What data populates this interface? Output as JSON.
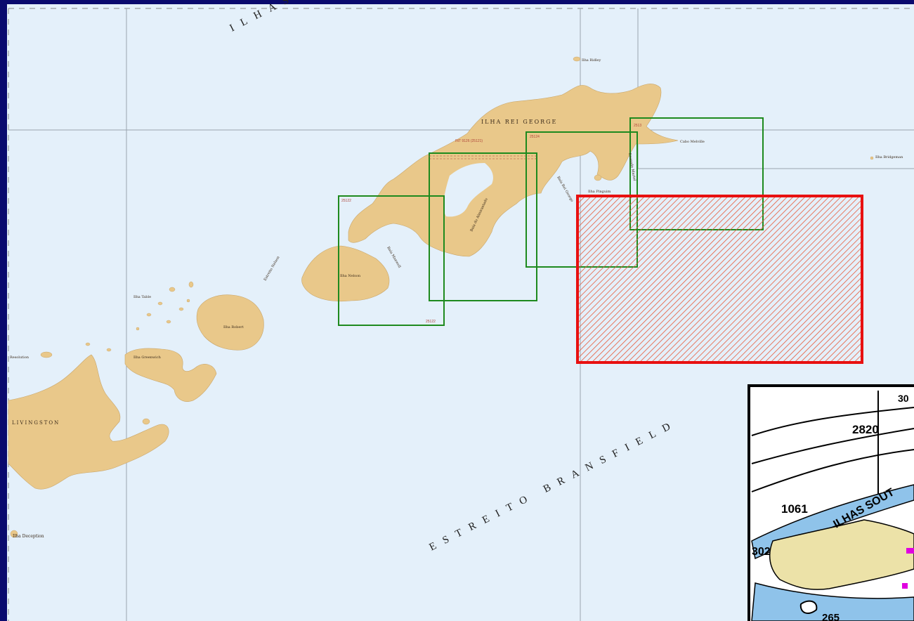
{
  "map": {
    "sea_labels": {
      "strait": "ESTREITO  BRANSFIELD",
      "island_group": "ILHAS"
    },
    "places": {
      "rei_george": "ILHA REI GEORGE",
      "ridley": "Ilha Ridley",
      "cabo_melville": "Cabo Melville",
      "bridgeman": "Ilha Bridgeman",
      "pinguim": "Ilha Pinguim",
      "nelson": "Ilha Nelson",
      "robert": "Ilha Robert",
      "table": "Ilha Table",
      "greenwich": "Ilha Greenwich",
      "livingston": "LIVINGSTON",
      "resolution": "Resolution",
      "deception": "Ilha Deception",
      "estreito_nelson": "Estreito Nelson",
      "baia_maxwell": "Baía Maxwell",
      "baia_rei_george": "Baía Rei George",
      "enseada_martel": "Enseada Martel",
      "baia_almirantado": "Baía do Almirantado"
    },
    "chart_numbers": {
      "int_label": "INT 9126 (25121)",
      "c1_top": "25122",
      "c1_bottom": "25122",
      "c2": "25124",
      "c3": "2513"
    },
    "inset": {
      "depths": [
        "2820",
        "1061",
        "302",
        "265",
        "30"
      ],
      "labels": [
        "ILHAS SOUT"
      ]
    },
    "colors": {
      "sea": "#e4f0fa",
      "land": "#e9c88a",
      "frame": "#0a0a6e",
      "green_box": "#1e8a1e",
      "red_box": "#e81010"
    }
  }
}
